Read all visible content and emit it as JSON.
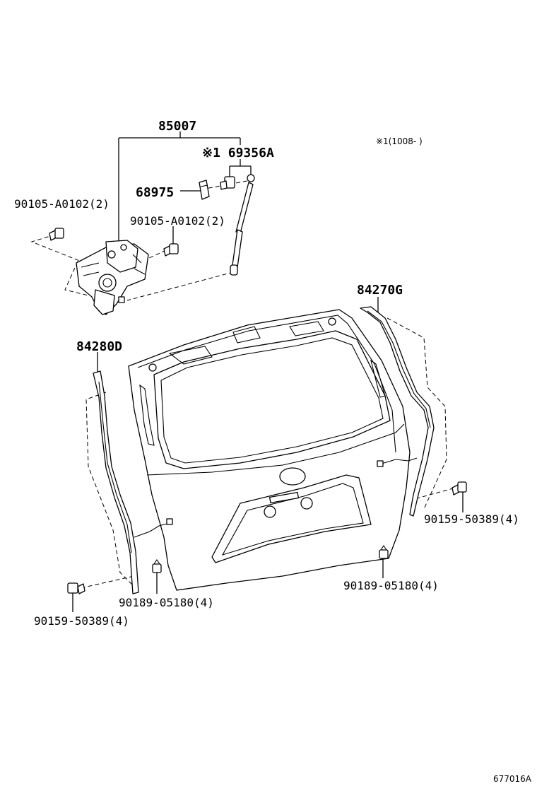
{
  "labels": {
    "actuator": "85007",
    "bracket_group": "※1 69356A",
    "bracket": "68975",
    "bolt_left": "90105-A0102(2)",
    "bolt_mid": "90105-A0102(2)",
    "note": "※1(1008-    )",
    "seal_right": "84270G",
    "seal_left": "84280D",
    "screw_right": "90159-50389(4)",
    "clip_right": "90189-05180(4)",
    "clip_left": "90189-05180(4)",
    "screw_left": "90159-50389(4)",
    "figure_id": "677016A"
  }
}
